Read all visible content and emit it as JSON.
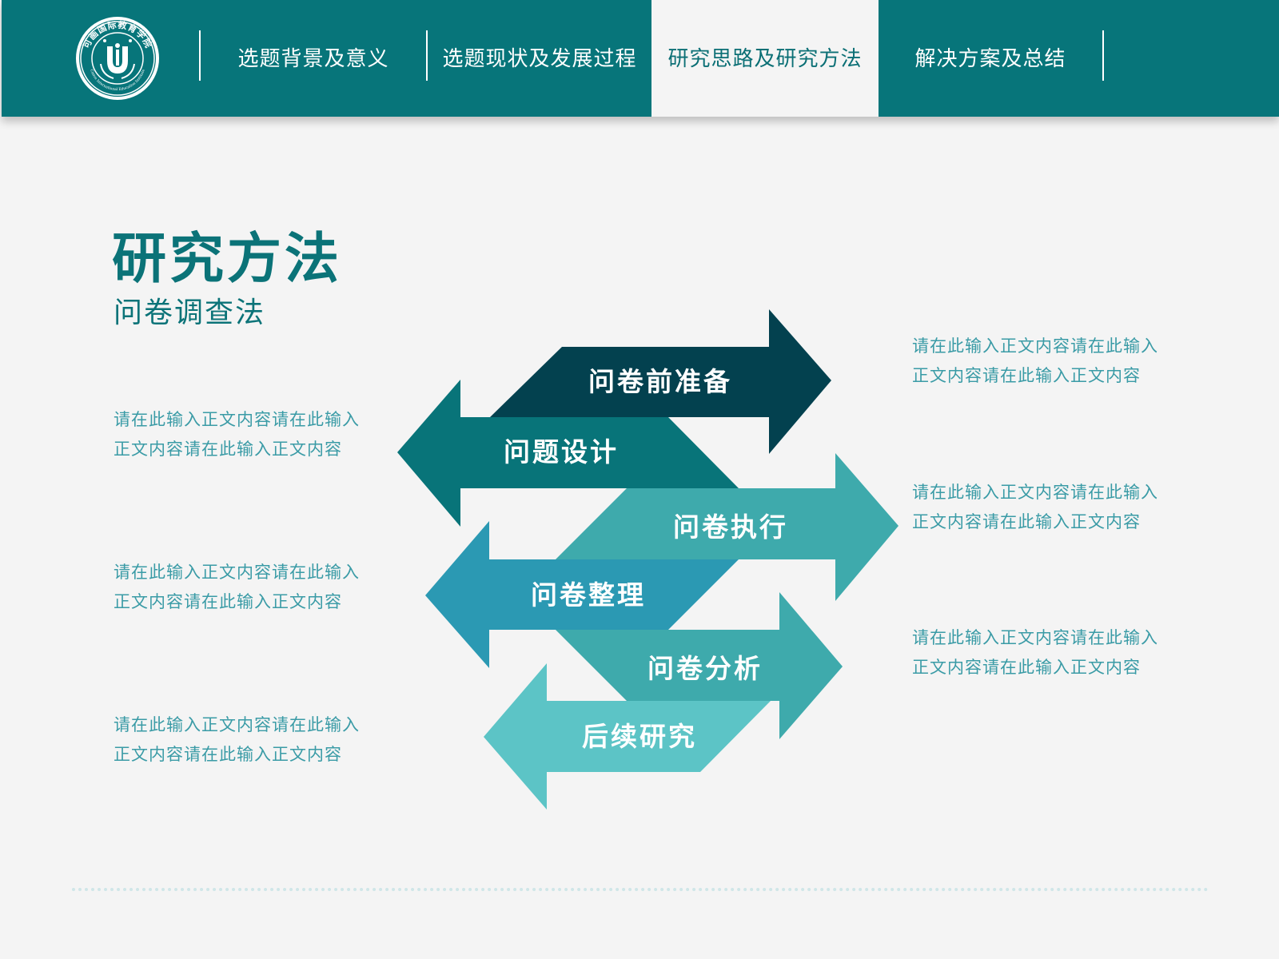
{
  "brand": {
    "logo_text": "可画国际教育学院",
    "logo_subtext": "Canva International Education Institute"
  },
  "nav": {
    "items": [
      {
        "label": "选题背景及意义"
      },
      {
        "label": "选题现状及发展过程"
      },
      {
        "label": "研究思路及研究方法"
      },
      {
        "label": "解决方案及总结"
      }
    ],
    "active_index": 2
  },
  "page": {
    "title": "研究方法",
    "subtitle": "问卷调查法"
  },
  "diagram": {
    "steps": [
      {
        "label": "问卷前准备",
        "color": "#03414f"
      },
      {
        "label": "问题设计",
        "color": "#087479"
      },
      {
        "label": "问卷执行",
        "color": "#3eaaac"
      },
      {
        "label": "问卷整理",
        "color": "#2b99b3"
      },
      {
        "label": "问卷分析",
        "color": "#3eaaac"
      },
      {
        "label": "后续研究",
        "color": "#5cc4c6"
      }
    ]
  },
  "descriptions": {
    "left": [
      "请在此输入正文内容请在此输入正文内容请在此输入正文内容",
      "请在此输入正文内容请在此输入正文内容请在此输入正文内容",
      "请在此输入正文内容请在此输入正文内容请在此输入正文内容"
    ],
    "right": [
      "请在此输入正文内容请在此输入正文内容请在此输入正文内容",
      "请在此输入正文内容请在此输入正文内容请在此输入正文内容",
      "请在此输入正文内容请在此输入正文内容请在此输入正文内容"
    ]
  },
  "colors": {
    "header": "#07757a",
    "accent": "#0b7378",
    "text_light": "#3a9ba6",
    "background": "#f4f4f4"
  }
}
